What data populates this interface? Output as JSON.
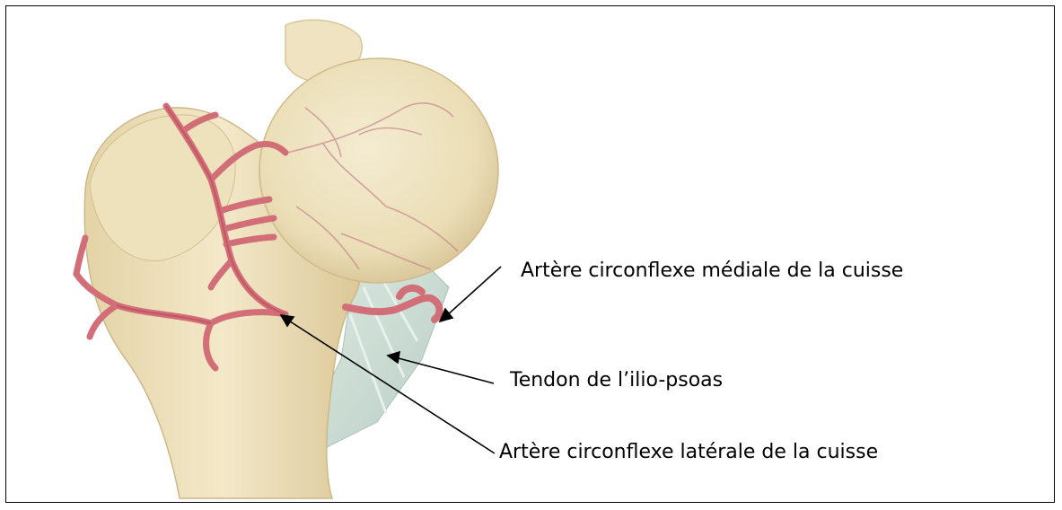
{
  "labels": {
    "medial_artery": "Artère circonflexe médiale de la cuisse",
    "iliopsoas_tendon": "Tendon de l’ilio-psoas",
    "lateral_artery": "Artère circonflexe latérale de la cuisse"
  },
  "colors": {
    "bone": "#efe3bf",
    "bone_shadow": "#d8c596",
    "artery": "#d9707a",
    "artery_dark": "#b94652",
    "tendon": "#c9ddd4",
    "arrow": "#000000"
  }
}
